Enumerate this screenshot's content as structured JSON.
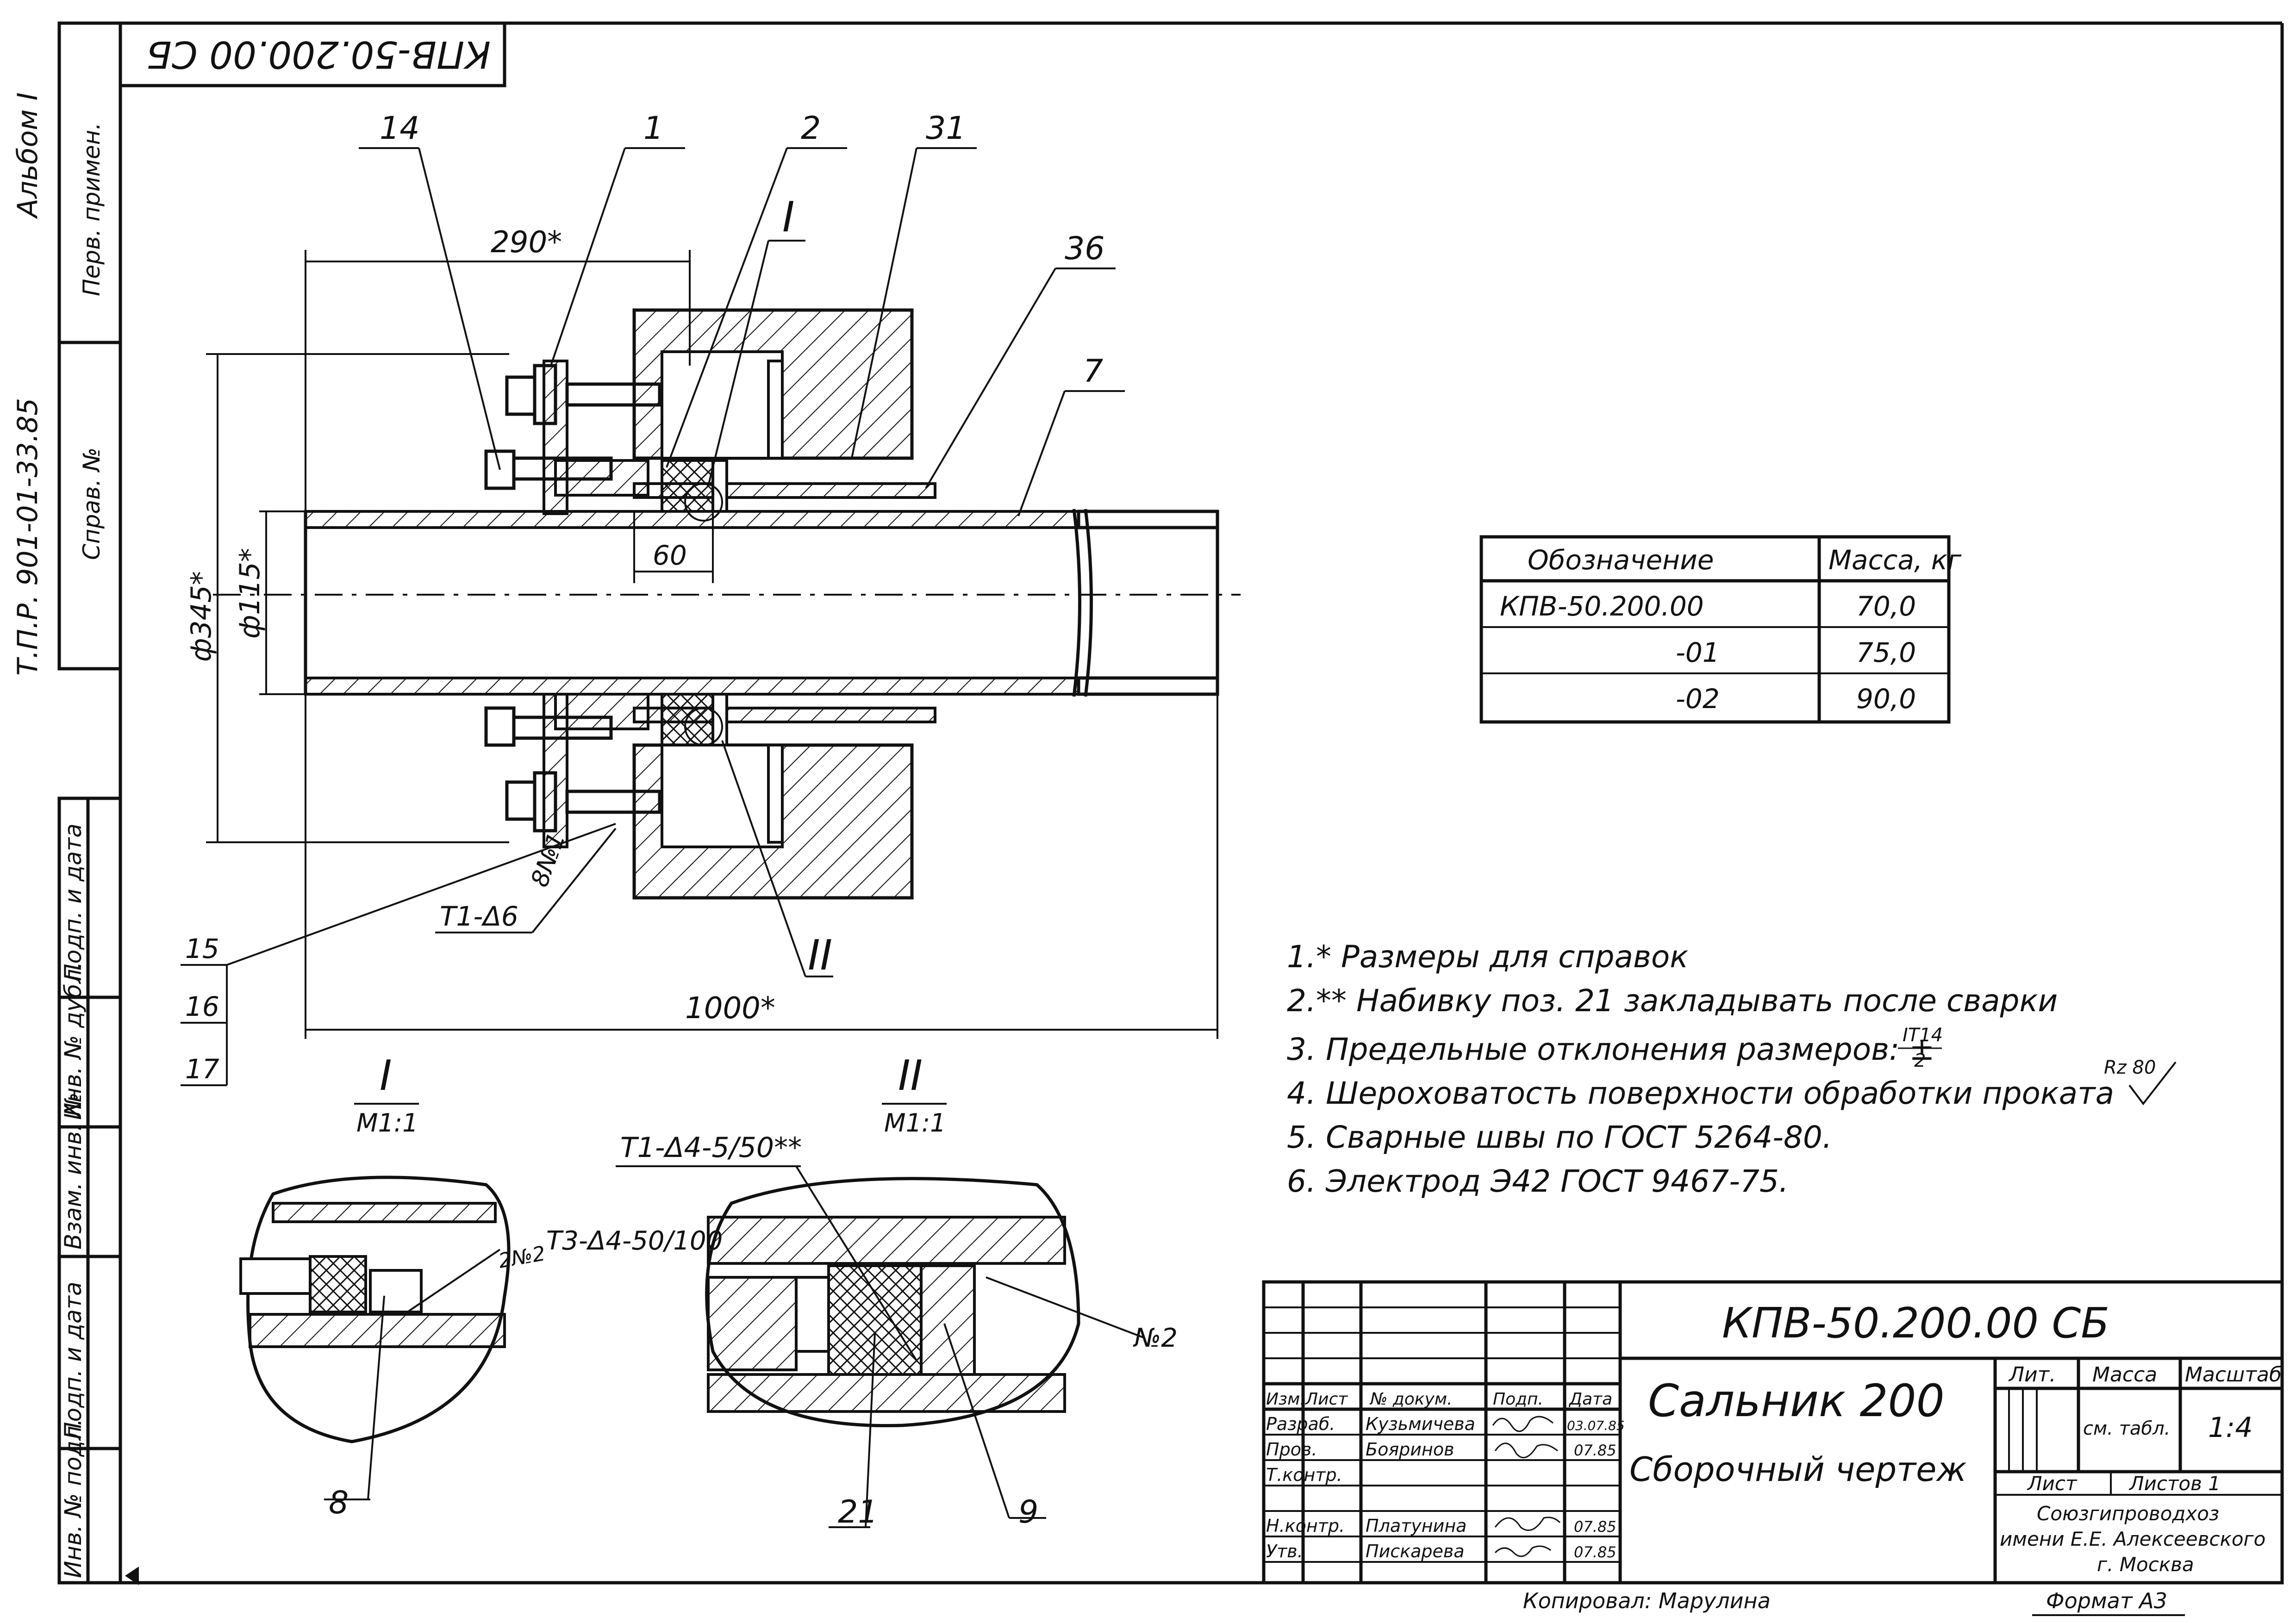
{
  "stamp_code_rotated": "КПВ-50.200.00 СБ",
  "left_margin": {
    "album": "Альбом I",
    "series": "Т.П.Р. 901-01-33.85",
    "perv_primen": "Перв. примен.",
    "sprav_no": "Справ. №",
    "podp_i_data_1": "Подп. и дата",
    "inv_no_dubl": "Инв. № дубл.",
    "vzam_inv_no": "Взам. инв. №",
    "podp_i_data_2": "Подп. и дата",
    "inv_no_podl": "Инв. № подл."
  },
  "positions": {
    "p14": "14",
    "p1": "1",
    "p2": "2",
    "p31": "31",
    "p36": "36",
    "p7": "7",
    "p15": "15",
    "p16": "16",
    "p17": "17",
    "p8": "8",
    "p21": "21",
    "p9": "9"
  },
  "section_marks": {
    "s1_top": "I",
    "s2": "II"
  },
  "dimensions": {
    "d290": "290*",
    "d345": "ф345*",
    "d115": "ф115*",
    "d60": "60",
    "d1000": "1000*",
    "weld_t1_d6": "Т1-Δ6",
    "weld_8n1": "8№1"
  },
  "details": {
    "detail1_label": "I",
    "detail1_scale": "М1:1",
    "detail2_label": "II",
    "detail2_scale": "М1:1",
    "weld_2n2": "2№2",
    "weld_t3": "Т3-Δ4-50/100",
    "weld_t1_d4": "Т1-Δ4-5/50**",
    "n2": "№2"
  },
  "mass_table": {
    "headers": [
      "Обозначение",
      "Масса, кг"
    ],
    "rows": [
      [
        "КПВ-50.200.00",
        "70,0"
      ],
      [
        "-01",
        "75,0"
      ],
      [
        "-02",
        "90,0"
      ]
    ]
  },
  "notes": [
    "1.* Размеры для справок",
    "2.** Набивку поз. 21 закладывать после сварки",
    "3. Предельные отклонения размеров: ±",
    "4. Шероховатость поверхности обработки проката",
    "5. Сварные швы по ГОСТ 5264-80.",
    "6. Электрод Э42 ГОСТ 9467-75."
  ],
  "note3_fraction_num": "IT14",
  "note3_fraction_den": "2",
  "roughness_mark": "Rz 80",
  "title_block": {
    "code": "КПВ-50.200.00 СБ",
    "name": "Сальник 200",
    "doc_type": "Сборочный чертеж",
    "col_izm": "Изм.",
    "col_list": "Лист",
    "col_doc_no": "№ докум.",
    "col_podp": "Подп.",
    "col_data": "Дата",
    "role_razrab": "Разраб.",
    "name_razrab": "Кузьмичева",
    "date_razrab": "03.07.85",
    "role_prov": "Пров.",
    "name_prov": "Бояринов",
    "date_prov": "07.85",
    "role_tkontr": "Т.контр.",
    "role_nkontr": "Н.контр.",
    "name_nkontr": "Платунина",
    "date_nkontr": "07.85",
    "role_utv": "Утв.",
    "name_utv": "Пискарева",
    "date_utv": "07.85",
    "lit": "Лит.",
    "massa": "Масса",
    "masshtab": "Масштаб",
    "massa_val": "см. табл.",
    "scale_val": "1:4",
    "list": "Лист",
    "listov": "Листов 1",
    "org_line1": "Союзгипроводхоз",
    "org_line2": "имени Е.Е. Алексеевского",
    "org_line3": "г. Москва",
    "copied_by": "Копировал: Марулина",
    "format": "Формат А3"
  }
}
